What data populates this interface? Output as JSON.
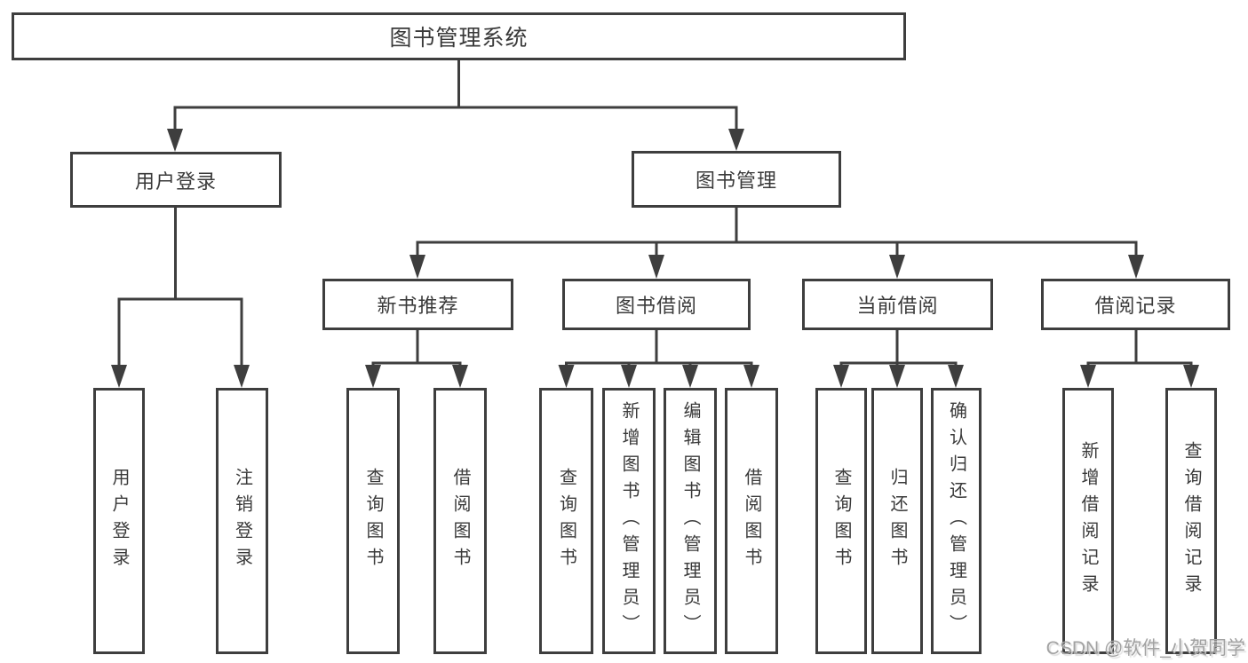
{
  "diagram": {
    "type": "tree",
    "watermark": "CSDN @软件_小贺同学",
    "colors": {
      "line": "#3e3e3e",
      "box_border": "#3e3e3e",
      "text": "#3a3a3a",
      "background": "#ffffff",
      "watermark": "#a2a2a2"
    },
    "nodes": {
      "root": {
        "label": "图书管理系统",
        "children": [
          "user_login",
          "book_mgmt"
        ]
      },
      "user_login": {
        "label": "用户登录",
        "children": [
          "login",
          "logout"
        ]
      },
      "book_mgmt": {
        "label": "图书管理",
        "children": [
          "new_book_rec",
          "book_borrow",
          "current_borrow",
          "borrow_record"
        ]
      },
      "login": {
        "label": "用户登录",
        "children": []
      },
      "logout": {
        "label": "注销登录",
        "children": []
      },
      "new_book_rec": {
        "label": "新书推荐",
        "children": [
          "nbr_query",
          "nbr_borrow"
        ]
      },
      "book_borrow": {
        "label": "图书借阅",
        "children": [
          "bb_query",
          "bb_add",
          "bb_edit",
          "bb_borrow"
        ]
      },
      "current_borrow": {
        "label": "当前借阅",
        "children": [
          "cb_query",
          "cb_return",
          "cb_confirm"
        ]
      },
      "borrow_record": {
        "label": "借阅记录",
        "children": [
          "br_add",
          "br_query"
        ]
      },
      "nbr_query": {
        "label": "查询图书",
        "children": []
      },
      "nbr_borrow": {
        "label": "借阅图书",
        "children": []
      },
      "bb_query": {
        "label": "查询图书",
        "children": []
      },
      "bb_add": {
        "label": "新增图书（管理员）",
        "children": []
      },
      "bb_edit": {
        "label": "编辑图书（管理员）",
        "children": []
      },
      "bb_borrow": {
        "label": "借阅图书",
        "children": []
      },
      "cb_query": {
        "label": "查询图书",
        "children": []
      },
      "cb_return": {
        "label": "归还图书",
        "children": []
      },
      "cb_confirm": {
        "label": "确认归还（管理员）",
        "children": []
      },
      "br_add": {
        "label": "新增借阅记录",
        "children": []
      },
      "br_query": {
        "label": "查询借阅记录",
        "children": []
      }
    }
  }
}
